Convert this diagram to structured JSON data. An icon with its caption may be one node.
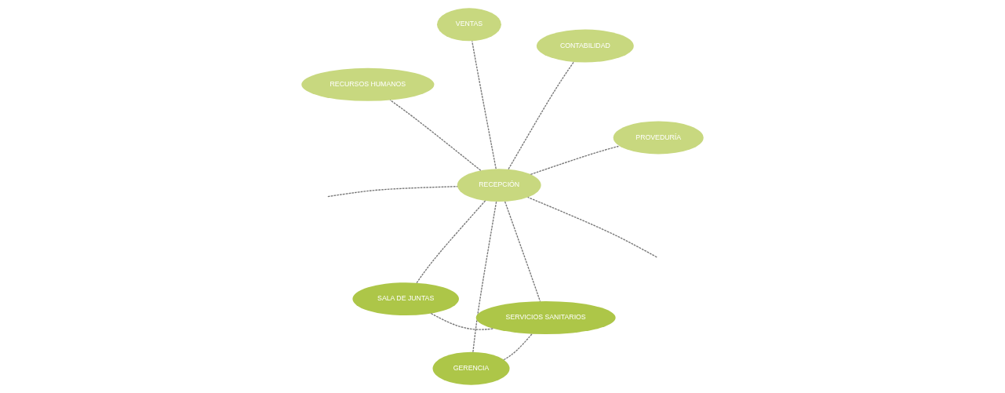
{
  "diagram": {
    "nodes": [
      {
        "text": [
          "RECEPCIÓN"
        ]
      },
      {
        "text": [
          "PROVEDURÍA"
        ]
      },
      {
        "text": [
          "GERENCIA"
        ]
      },
      {
        "text": [
          "RECURSOS HUMANOS"
        ]
      },
      {
        "text": [
          "CONTABILIDAD"
        ]
      },
      {
        "text": [
          "VENTAS"
        ]
      },
      {
        "text": [
          "SALA DE JUNTAS"
        ]
      },
      {
        "text": [
          "SERVICIOS SANITARIOS"
        ]
      }
    ],
    "edges": [
      {
        "from": null,
        "to": 0,
        "arrow": "none",
        "style": "dashed"
      },
      {
        "from": null,
        "to": 0,
        "arrow": "none",
        "style": "dashed"
      },
      {
        "from": 0,
        "to": 1,
        "arrow": "none",
        "style": "dashed"
      },
      {
        "from": 0,
        "to": 4,
        "arrow": "none",
        "style": "dashed"
      },
      {
        "from": 0,
        "to": 3,
        "arrow": "none",
        "style": "dashed"
      },
      {
        "from": 0,
        "to": 5,
        "arrow": "none",
        "style": "dashed"
      },
      {
        "from": 0,
        "to": 6,
        "arrow": "none",
        "style": "dashed"
      },
      {
        "from": 0,
        "to": 7,
        "arrow": "none",
        "style": "dashed"
      },
      {
        "from": 0,
        "to": 2,
        "arrow": "none",
        "style": "dashed"
      },
      {
        "from": 2,
        "to": 7,
        "arrow": "none",
        "style": "dashed"
      },
      {
        "from": 6,
        "to": 7,
        "arrow": "none",
        "style": "dashed"
      }
    ]
  }
}
